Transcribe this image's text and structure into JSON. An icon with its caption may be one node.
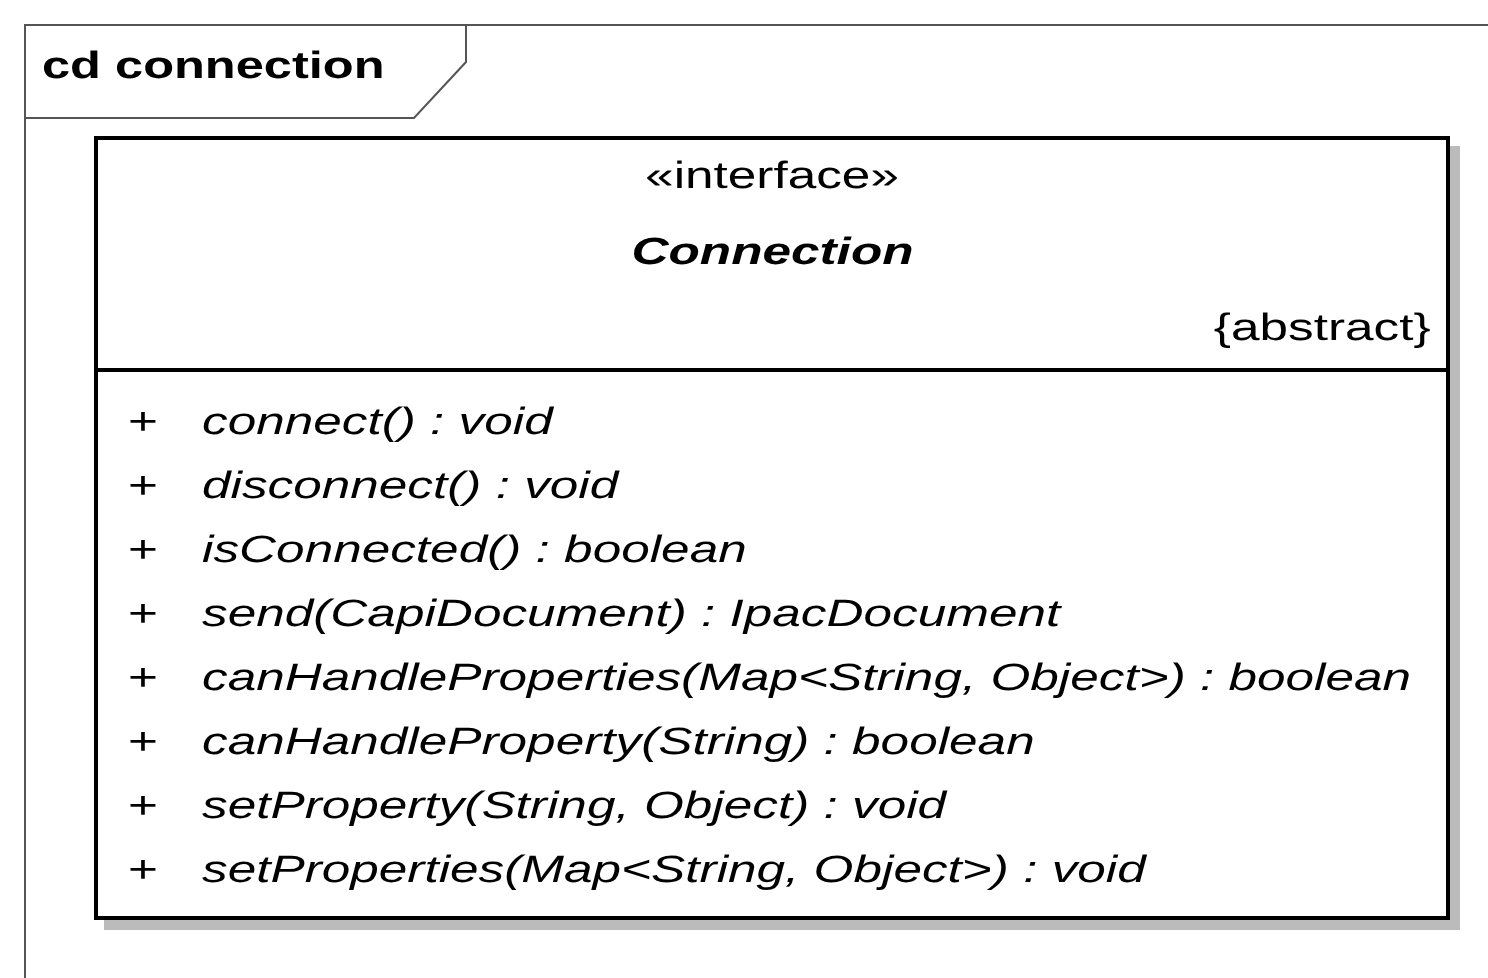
{
  "diagram": {
    "nodes": [
      {
        "text": [
          "cd connection"
        ]
      },
      {
        "text": [
          "«interface»",
          "Connection",
          "{abstract}",
          "+",
          "connect() : void",
          "+",
          "disconnect() : void",
          "+",
          "isConnected() : boolean",
          "+",
          "send(CapiDocument) : IpacDocument",
          "+",
          "canHandleProperties(Map<String, Object>) : boolean",
          "+",
          "canHandleProperty(String) : boolean",
          "+",
          "setProperty(String, Object) : void",
          "+",
          "setProperties(Map<String, Object>) : void"
        ],
        "in": 0
      }
    ]
  }
}
